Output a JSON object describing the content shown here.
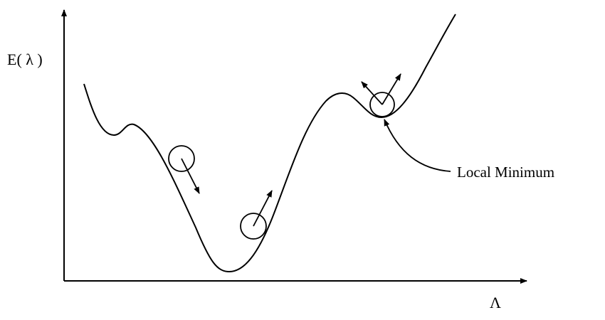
{
  "y_axis_label": "E( λ )",
  "x_axis_label": "Λ",
  "annotation": "Local Minimum",
  "colors": {
    "stroke": "#000000",
    "background": "#ffffff"
  }
}
